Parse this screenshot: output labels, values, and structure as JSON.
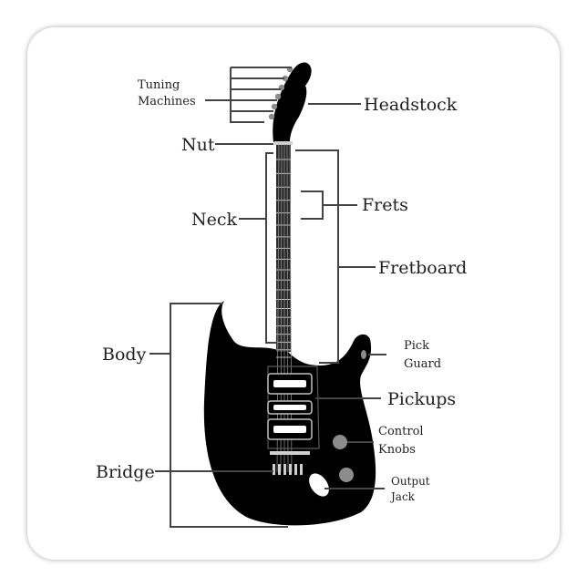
{
  "colors": {
    "guitar_body": "#000000",
    "fretboard": "#2a2a2a",
    "frets": "#bbbbbb",
    "hardware": "#8c8c8c",
    "callout_line": "#444444",
    "label_text": "#1f1f1f"
  },
  "labels": {
    "tuning_machines": [
      "Tuning",
      "Machines"
    ],
    "headstock": "Headstock",
    "nut": "Nut",
    "frets": "Frets",
    "neck": "Neck",
    "fretboard": "Fretboard",
    "body": "Body",
    "pick_guard": [
      "Pick",
      "Guard"
    ],
    "pickups": "Pickups",
    "control_knobs": [
      "Control",
      "Knobs"
    ],
    "bridge": "Bridge",
    "output_jack": [
      "Output",
      "Jack"
    ]
  }
}
